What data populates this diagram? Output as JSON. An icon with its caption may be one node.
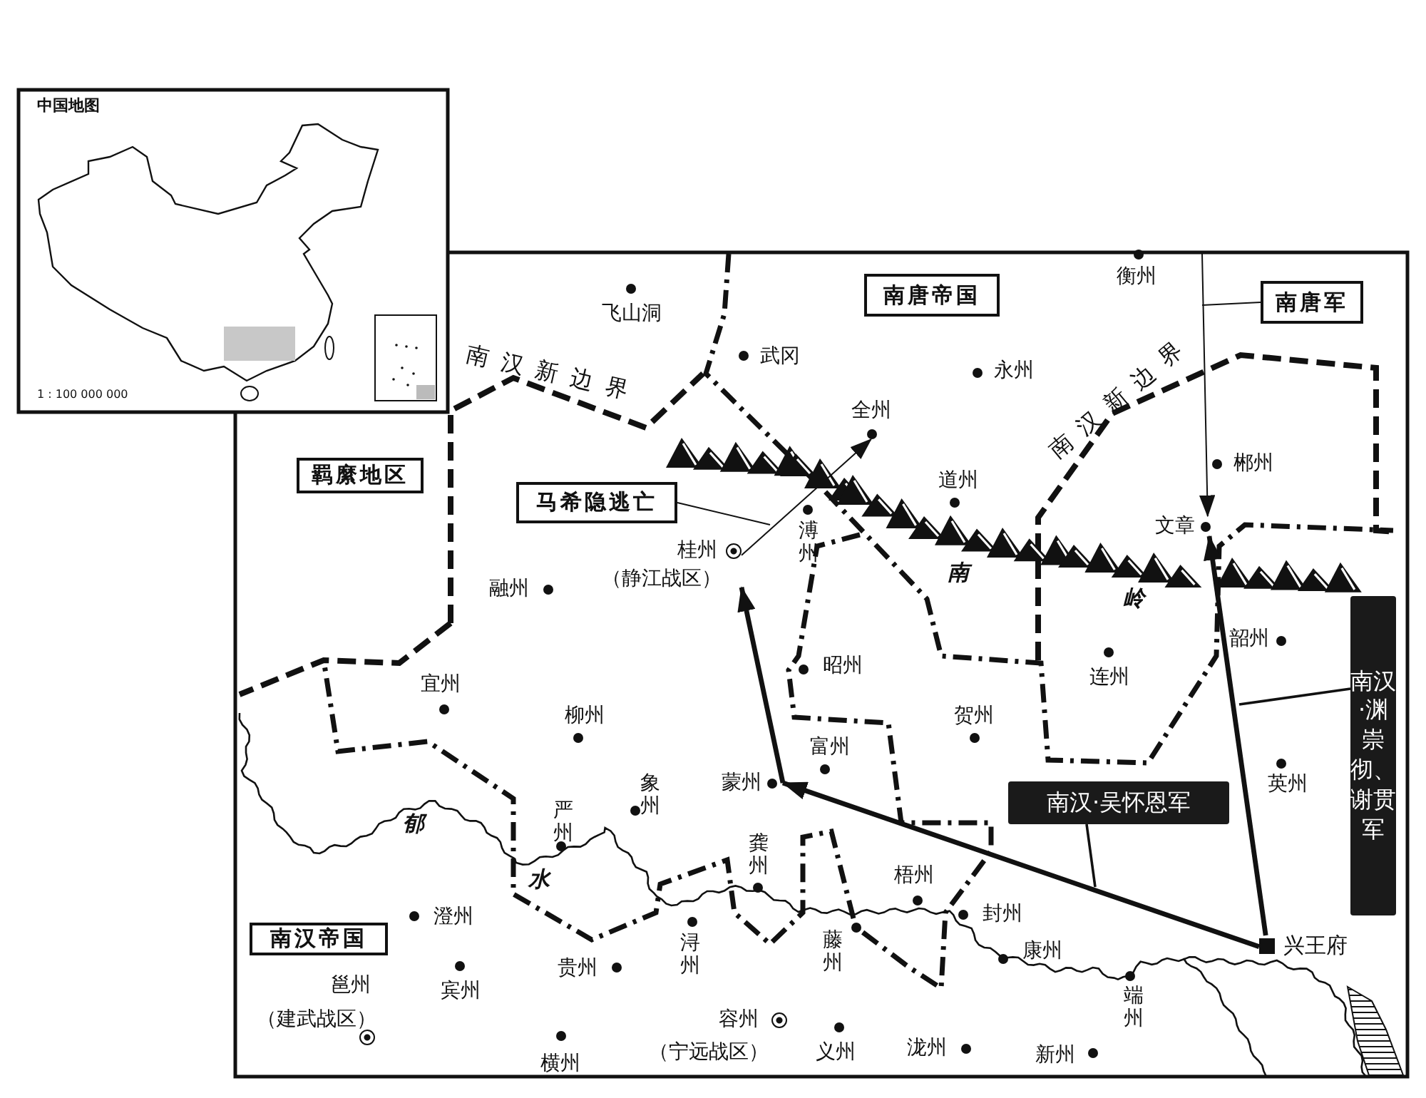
{
  "diagram": {
    "nodes": [
      {
        "text": [
          "南唐帝国"
        ]
      },
      {
        "text": [
          "南唐军"
        ]
      },
      {
        "text": [
          "羁縻地区"
        ]
      },
      {
        "text": [
          "马希隐逃亡"
        ]
      },
      {
        "text": [
          "全州"
        ]
      },
      {
        "text": [
          "文章"
        ]
      },
      {
        "text": [
          "桂州",
          "（静江战区）"
        ]
      },
      {
        "text": [
          "南汉·渊崇彻、谢贯军"
        ]
      },
      {
        "text": [
          "蒙州"
        ]
      },
      {
        "text": [
          "南汉·吴怀恩军"
        ]
      },
      {
        "text": [
          "南汉帝国"
        ]
      },
      {
        "text": [
          "兴王府"
        ]
      }
    ],
    "edges": [
      {
        "from": 11,
        "to": 8,
        "arrow": "to",
        "style": "thick"
      },
      {
        "from": 8,
        "to": 6,
        "arrow": "to",
        "style": "thick"
      },
      {
        "from": 6,
        "to": 4,
        "arrow": "to"
      },
      {
        "from": 11,
        "to": 5,
        "arrow": "to",
        "style": "thick"
      },
      {
        "from": null,
        "to": 5,
        "arrow": "to"
      },
      {
        "from": 3,
        "to": null,
        "arrow": "none"
      },
      {
        "from": 1,
        "to": null,
        "arrow": "none"
      },
      {
        "from": 9,
        "to": null,
        "arrow": "none"
      },
      {
        "from": 7,
        "to": null,
        "arrow": "none"
      }
    ],
    "labels": [
      "中国地图",
      "1 : 100 000 000",
      "衡州",
      "飞山洞",
      "南汉新边界",
      "武冈",
      "永州",
      "南汉新边界",
      "郴州",
      "道州",
      "溥州",
      "融州",
      "南",
      "岭",
      "韶州",
      "昭州",
      "连州",
      "宜州",
      "柳州",
      "贺州",
      "富州",
      "英州",
      "严州",
      "象州",
      "郁",
      "水",
      "龚州",
      "梧州",
      "封州",
      "澄州",
      "藤州",
      "浔州",
      "康州",
      "贵州",
      "宾州",
      "邕州",
      "（建武战区）",
      "端州",
      "容州",
      "（宁远战区）",
      "义州",
      "泷州",
      "新州",
      "横州"
    ]
  }
}
